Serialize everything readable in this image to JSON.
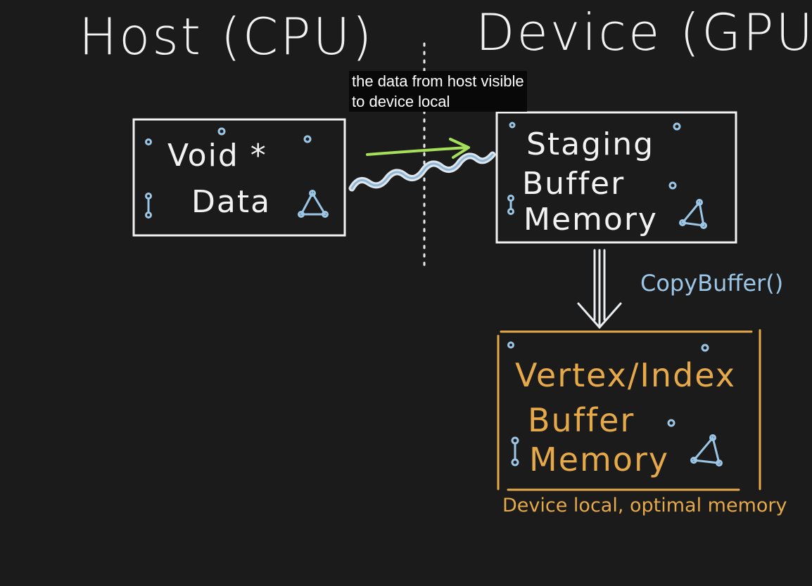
{
  "headings": {
    "host": "Host (CPU)",
    "device": "Device (GPU)"
  },
  "caption": {
    "line1": "the data from host visible",
    "line2": "to device local"
  },
  "host_box": {
    "line1": "Void *",
    "line2": "Data"
  },
  "staging_box": {
    "line1": "Staging",
    "line2": "Buffer",
    "line3": "Memory"
  },
  "copy_label": "CopyBuffer()",
  "vertex_box": {
    "line1": "Vertex/Index",
    "line2": "Buffer",
    "line3": "Memory"
  },
  "vertex_caption": "Device local, optimal memory",
  "colors": {
    "background": "#1b1b1b",
    "chalk_white": "#f2f2f2",
    "accent_blue": "#9cc6e6",
    "accent_orange": "#e6a94a",
    "arrow_green": "#a6e05a"
  }
}
